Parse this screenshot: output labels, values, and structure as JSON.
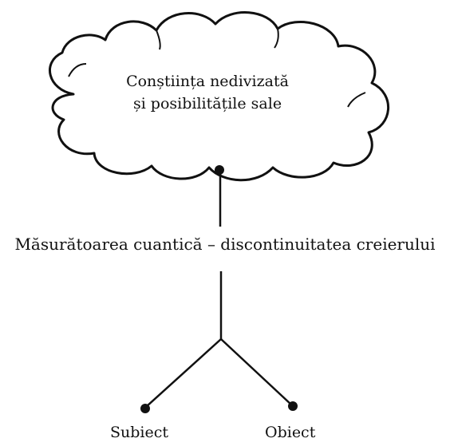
{
  "cloud": {
    "line1": "Conștiința nedivizată",
    "line2": "și posibilitățile sale"
  },
  "measurement_label": "Măsurătoarea cuantică – discontinuitatea creierului",
  "leaves": {
    "left_label": "Subiect",
    "right_label": "Obiect"
  },
  "colors": {
    "ink": "#111111",
    "background": "#ffffff"
  }
}
